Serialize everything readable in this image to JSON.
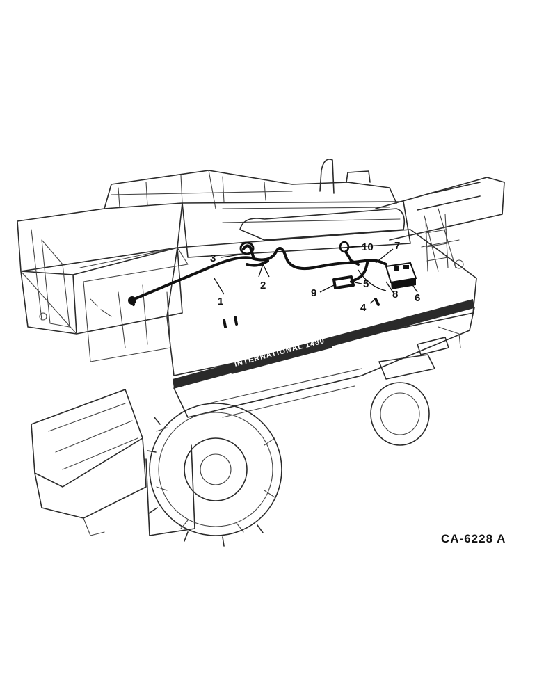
{
  "drawing": {
    "brand_text": "INTERNATIONAL",
    "model_text": "1480",
    "code": "CA-6228 A"
  },
  "callouts": [
    {
      "id": "1",
      "text": "1"
    },
    {
      "id": "2",
      "text": "2"
    },
    {
      "id": "3",
      "text": "3"
    },
    {
      "id": "4",
      "text": "4"
    },
    {
      "id": "5",
      "text": "5"
    },
    {
      "id": "6",
      "text": "6"
    },
    {
      "id": "7",
      "text": "7"
    },
    {
      "id": "8",
      "text": "8"
    },
    {
      "id": "9",
      "text": "9"
    },
    {
      "id": "10",
      "text": "10"
    }
  ]
}
